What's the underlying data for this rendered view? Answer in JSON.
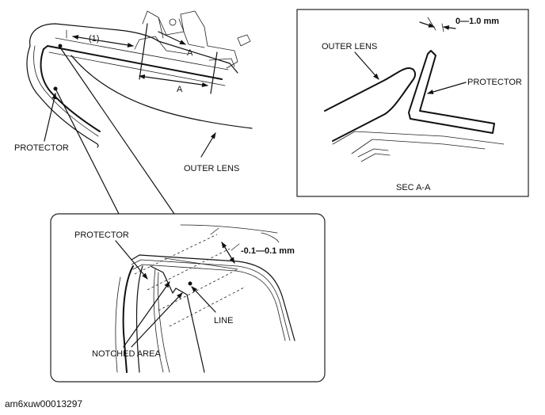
{
  "figure": {
    "caption": "am6xuw00013297",
    "main_view": {
      "label_dimension": "(1)",
      "label_a_top": "A",
      "label_a_bottom": "A",
      "label_protector": "PROTECTOR",
      "label_outer_lens": "OUTER LENS"
    },
    "section_view": {
      "title": "SEC A-A",
      "label_gap": "0—1.0 mm",
      "label_outer_lens": "OUTER LENS",
      "label_protector": "PROTECTOR"
    },
    "detail_view": {
      "label_protector": "PROTECTOR",
      "label_tolerance": "-0.1—0.1 mm",
      "label_line": "LINE",
      "label_notched_area": "NOTCHED AREA"
    }
  }
}
